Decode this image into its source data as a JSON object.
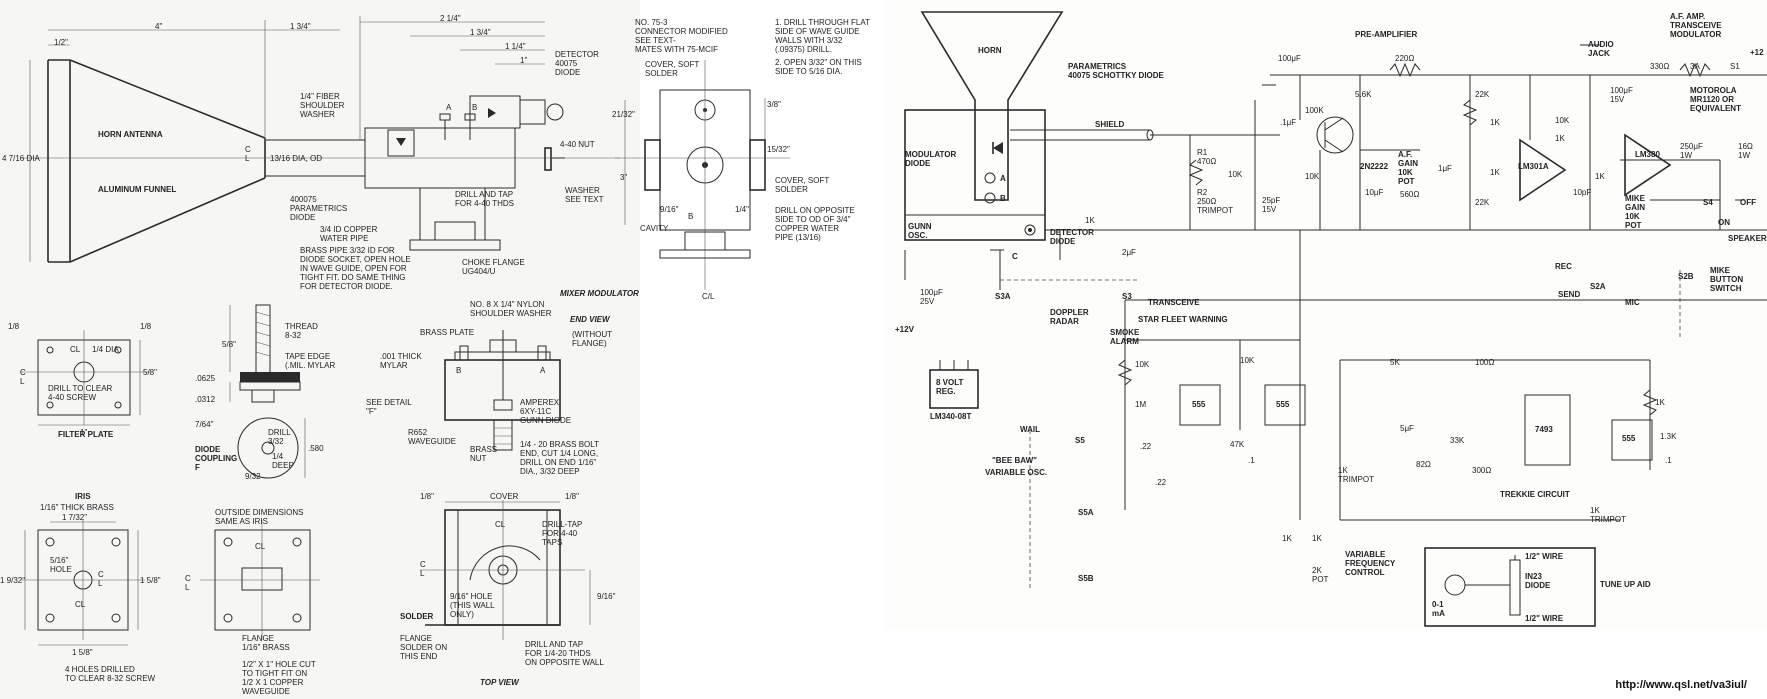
{
  "mixer": {
    "title": "MIXER MODULATOR",
    "horn_antenna": "HORN ANTENNA",
    "aluminum_funnel": "ALUMINUM FUNNEL",
    "dia_left": "4 7/16 DIA",
    "dim_4": "4\"",
    "dim_1_2": "1/2\"",
    "dim_1_3_4": "1 3/4\"",
    "dim_2_1_4": "2 1/4\"",
    "dim_1_3_4b": "1 3/4\"",
    "dim_1_1_4": "1 1/4\"",
    "dim_1": "1\"",
    "dia_13_16": "13/16 DIA, OD",
    "fiber_washer": "1/4\" FIBER\nSHOULDER\nWASHER",
    "parametrics_diode": "400075\nPARAMETRICS\nDIODE",
    "copper_pipe": "3/4 ID COPPER\nWATER PIPE",
    "brass_pipe": "BRASS PIPE 3/32 ID FOR\nDIODE SOCKET, OPEN HOLE\nIN WAVE GUIDE, OPEN FOR\nTIGHT FIT. DO SAME THING\nFOR DETECTOR DIODE.",
    "drill_tap": "DRILL AND TAP\nFOR 4-40 THDS",
    "detector": "DETECTOR\n40075\nDIODE",
    "connector": "NO. 75-3\nCONNECTOR MODIFIED\nSEE TEXT-\nMATES WITH 75-MCIF",
    "nut": "4-40 NUT",
    "washer": "WASHER\nSEE TEXT",
    "choke": "CHOKE FLANGE\nUG404/U",
    "label_a": "A",
    "label_b": "B",
    "cl": "C\nL",
    "note1": "1. DRILL THROUGH FLAT\nSIDE OF WAVE GUIDE\nWALLS WITH 3/32\n(.09375) DRILL.",
    "note2": "2. OPEN 3/32\" ON THIS\nSIDE TO 5/16 DIA.",
    "cover_solder": "COVER, SOFT\nSOLDER",
    "cover_solder2": "COVER, SOFT\nSOLDER",
    "cavity": "CAVITY",
    "drill_opposite": "DRILL ON OPPOSITE\nSIDE TO OD OF 3/4\"\nCOPPER WATER\nPIPE (13/16)",
    "dim_21_32": "21/32\"",
    "dim_3_8": "3/8\"",
    "dim_15_32": "15/32\"",
    "dim_3": "3\"",
    "dim_9_16": "9/16\"",
    "dim_1_4": "1/4\"",
    "label_b2": "B",
    "cl2": "C/L"
  },
  "filter": {
    "title": "FILTER PLATE",
    "dim_1_8a": "1/8",
    "dim_1_8b": "1/8",
    "cl": "CL",
    "dia": "1/4 DIA",
    "drill": "DRILL TO CLEAR\n4-40 SCREW",
    "dim_1": "1\"",
    "dim_5_8": "5/8\"",
    "cl_side": "C\nL"
  },
  "detail_f": {
    "thread": "THREAD\n8-32",
    "tape": "TAPE EDGE\n(.MIL. MYLAR",
    "dim_5_8": "5/8\"",
    "dim_0625": ".0625",
    "dim_0312": ".0312",
    "dim_7_64": "7/64\"",
    "coupling": "DIODE\nCOUPLING\nF",
    "drill": "DRILL\n3/32",
    "deep": "1/4\nDEEP",
    "dim_580": ".580",
    "dim_9_32": "9/32"
  },
  "end_view": {
    "title": "END VIEW",
    "without": "(WITHOUT\nFLANGE)",
    "nylon": "NO. 8 X 1/4\" NYLON\nSHOULDER WASHER",
    "brass_plate": "BRASS PLATE",
    "mylar": ".001 THICK\nMYLAR",
    "see_detail": "SEE DETAIL\n\"F\"",
    "amperex": "AMPEREX\n6XY-11C\nGUNN DIODE",
    "waveguide": "R652\nWAVEGUIDE",
    "brass_nut": "BRASS\nNUT",
    "bolt": "1/4 - 20 BRASS BOLT\nEND, CUT 1/4 LONG,\nDRILL ON END 1/16\"\nDIA., 3/32 DEEP",
    "label_b": "B",
    "label_a": "A"
  },
  "iris": {
    "title": "IRIS",
    "sub": "1/16\" THICK BRASS",
    "dim_1_7_32": "1 7/32\"",
    "hole": "5/16\"\nHOLE",
    "dim_1_9_32": "1 9/32\"",
    "dim_1_5_8": "1 5/8\"",
    "dim_1_5_8b": "1 5/8\"",
    "cl": "CL",
    "cl_side": "C\nL",
    "holes": "4 HOLES DRILLED\nTO CLEAR 8-32 SCREW"
  },
  "flange": {
    "outside": "OUTSIDE DIMENSIONS\nSAME AS IRIS",
    "cl": "CL",
    "cl_side": "C\nL",
    "label": "FLANGE\n1/16\" BRASS",
    "hole": "1/2\" X 1\" HOLE CUT\nTO TIGHT FIT ON\n1/2 X 1 COPPER\nWAVEGUIDE"
  },
  "top_view": {
    "title": "TOP VIEW",
    "cover": "COVER",
    "dim_1_8a": "1/8\"",
    "dim_1_8b": "1/8\"",
    "cl": "CL",
    "drill_tap": "DRILL-TAP\nFOR 4-40\nTAPS",
    "hole": "9/16\" HOLE\n(THIS WALL\nONLY)",
    "dim_9_16": "9/16\"",
    "solder": "SOLDER",
    "flange": "FLANGE\nSOLDER ON\nTHIS END",
    "drill_tap2": "DRILL AND TAP\nFOR 1/4-20 THDS\nON OPPOSITE WALL",
    "cl_side": "C\nL"
  },
  "schematic": {
    "horn": "HORN",
    "parametrics": "PARAMETRICS\n40075 SCHOTTKY DIODE",
    "shield": "SHIELD",
    "modulator_diode": "MODULATOR\nDIODE",
    "a": "A",
    "b": "B",
    "c": "C",
    "gunn": "GUNN\nOSC.",
    "detector": "DETECTOR\nDIODE",
    "preamp": "PRE-AMPLIFIER",
    "c100uf": "100μF",
    "r220": "220Ω",
    "r5_6k": "5.6K",
    "r100k": "100K",
    "c1uf": ".1μF",
    "q": "2N2222",
    "r1": "R1\n470Ω",
    "r2": "R2\n250Ω\nTRIMPOT",
    "r10k": "10K",
    "c25pf": "25pF\n15V",
    "r10k2": "10K",
    "c10uf": "10μF",
    "gain_pot": "A.F.\nGAIN\n10K\nPOT",
    "r560": "560Ω",
    "c1uf2": "1μF",
    "r22k": "22K",
    "r22k2": "22K",
    "r1k": "1K",
    "r1k2": "1K",
    "lm301": "LM301A",
    "r10k3": "10K",
    "r1k3": "1K",
    "c10pf": "10pF",
    "r1k4": "1K",
    "audio_jack": "AUDIO\nJACK",
    "c100uf15": "100μF\n15V",
    "r330": "330Ω",
    "f3a": "3A",
    "s1": "S1",
    "v12": "+12",
    "afamp": "A.F. AMP.\nTRANSCEIVE\nMODULATOR",
    "motorola": "MOTOROLA\nMR1120 OR\nEQUIVALENT",
    "lm380": "LM380",
    "c250": "250μF\n1W",
    "r16": "16Ω\n1W",
    "mike_gain": "MIKE\nGAIN\n10K\nPOT",
    "s4": "S4",
    "off": "OFF",
    "on": "ON",
    "speaker": "SPEAKER",
    "rec": "REC",
    "send": "SEND",
    "s2a": "S2A",
    "mic": "MIC",
    "s2b": "S2B",
    "mike_button": "MIKE\nBUTTON\nSWITCH",
    "r1k5": "1K",
    "c2uf": "2μF",
    "c100uf25": "100μF\n25V",
    "v12b": "+12V",
    "s3a": "S3A",
    "s3": "S3",
    "doppler": "DOPPLER\nRADAR",
    "smoke": "SMOKE\nALARM",
    "transceive": "TRANSCEIVE",
    "star_fleet": "STAR FLEET WARNING",
    "reg": "8 VOLT\nREG.",
    "lm340": "LM340-08T",
    "r10k4": "10K",
    "r1m": "1M",
    "ic555": "555",
    "r10k5": "10K",
    "ic555b": "555",
    "r47k": "47K",
    "c22": ".22",
    "c1": ".1",
    "c22b": ".22",
    "wail": "WAIL",
    "s5": "S5",
    "bee_baw": "\"BEE BAW\"",
    "var_osc": "VARIABLE OSC.",
    "s5a": "S5A",
    "s5b": "S5B",
    "r1k_trim": "1K\nTRIMPOT",
    "r1k6": "1K",
    "r1k7": "1K",
    "r2k": "2K\nPOT",
    "vfc": "VARIABLE\nFREQUENCY\nCONTROL",
    "r5k": "5K",
    "r100": "100Ω",
    "c5uf": "5μF",
    "r82": "82Ω",
    "r33k": "33K",
    "r300": "300Ω",
    "ic7493": "7493",
    "ic555c": "555",
    "r1k8": "1K",
    "r1_3k": "1.3K",
    "c_1": ".1",
    "trekkie": "TREKKIE CIRCUIT",
    "r1k_trim2": "1K\nTRIMPOT",
    "meter": "0-1\nmA",
    "wire1": "1/2\" WIRE",
    "diode": "IN23\nDIODE",
    "wire2": "1/2\" WIRE",
    "tune": "TUNE UP AID"
  },
  "url": "http://www.qsl.net/va3iul/"
}
